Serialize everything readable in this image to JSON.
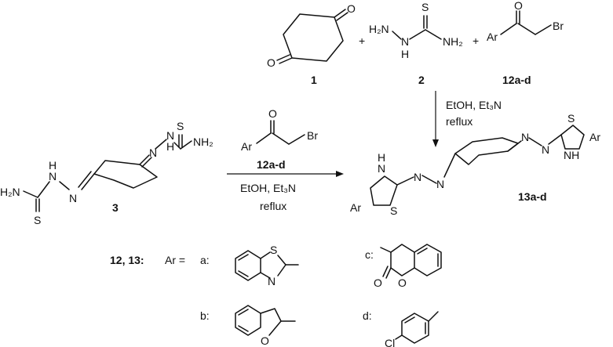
{
  "compounds": {
    "c1": {
      "label": "1",
      "atoms": {
        "o_top": "O",
        "o_bottom": "O"
      }
    },
    "c2": {
      "label": "2",
      "atoms": {
        "s": "S",
        "h2n": "H₂N",
        "nh": "N",
        "h": "H",
        "nh2": "NH₂"
      }
    },
    "c12": {
      "label": "12a-d",
      "atoms": {
        "o": "O",
        "ar": "Ar",
        "br": "Br"
      }
    },
    "c3": {
      "label": "3",
      "atoms": {
        "s_top": "S",
        "h": "H",
        "n_top": "N",
        "nh2_top": "NH₂",
        "n_left": "N",
        "h2n": "H₂N",
        "hn": "N",
        "h_left": "H",
        "s_bottom": "S",
        "nh_top": "N"
      }
    },
    "c13": {
      "label": "13a-d",
      "atoms": {
        "s_right": "S",
        "ar_right": "Ar",
        "nh_right": "NH",
        "n1": "N",
        "n2": "N",
        "n3": "N",
        "n4": "N",
        "h_left": "H",
        "n_left": "N",
        "ar_left": "Ar",
        "s_left": "S"
      }
    },
    "reagent_mid": {
      "label": "12a-d",
      "atoms": {
        "o": "O",
        "ar": "Ar",
        "br": "Br"
      }
    }
  },
  "plus_signs": [
    "+",
    "+"
  ],
  "conditions": {
    "top": [
      "EtOH, Et₃N",
      "reflux"
    ],
    "mid": [
      "EtOH, Et₃N",
      "reflux"
    ]
  },
  "ar_definition": {
    "prefix": "12, 13:",
    "ar_eq": "Ar =",
    "options": [
      {
        "key": "a:",
        "atoms": [
          "S",
          "N"
        ]
      },
      {
        "key": "b:",
        "atoms": [
          "O"
        ]
      },
      {
        "key": "c:",
        "atoms": [
          "O",
          "O"
        ]
      },
      {
        "key": "d:",
        "atoms": [
          "Cl"
        ]
      }
    ]
  }
}
